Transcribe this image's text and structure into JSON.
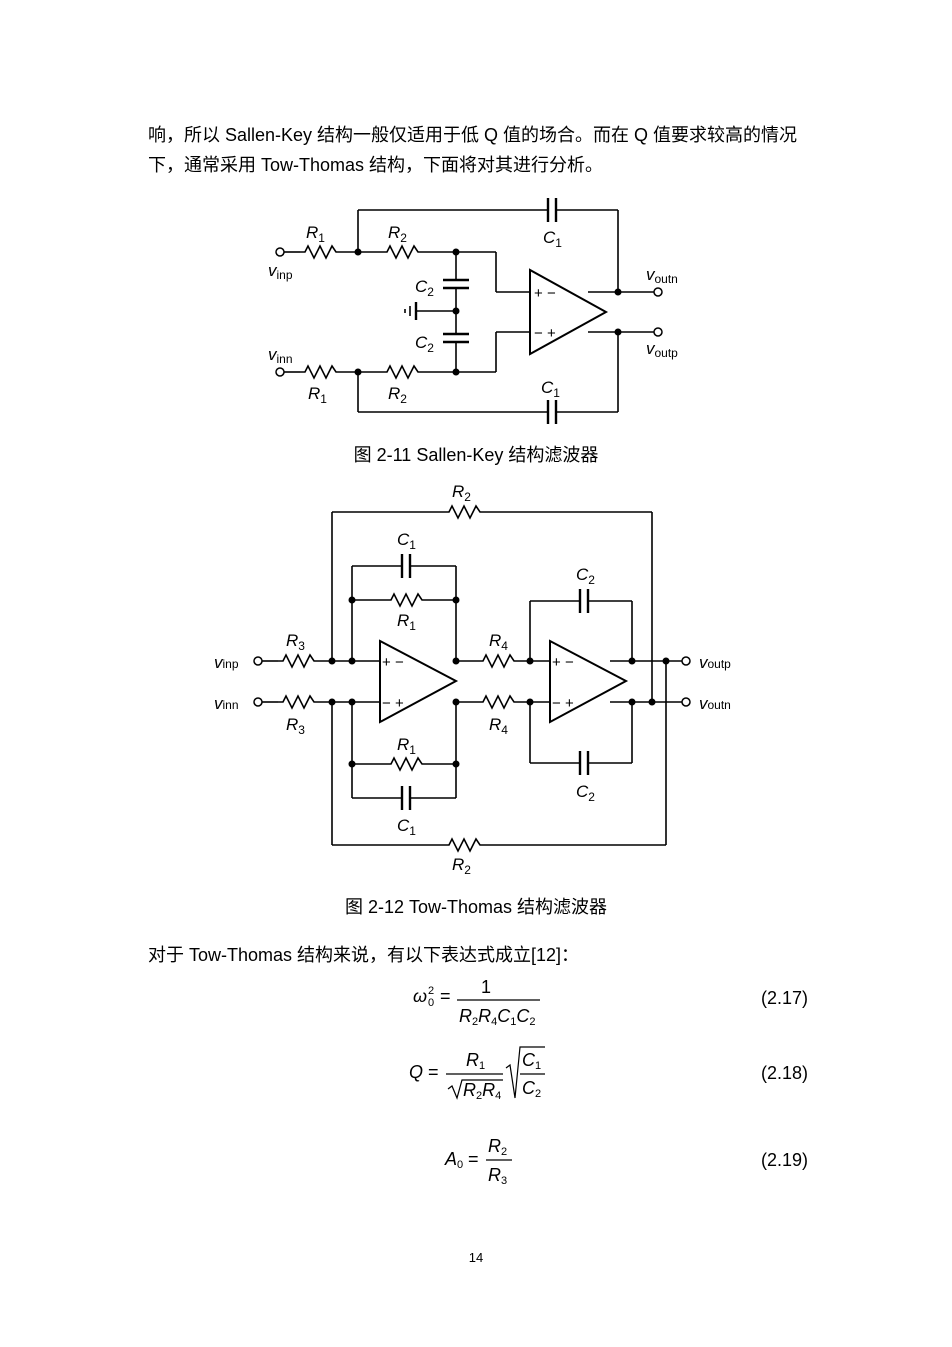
{
  "text": {
    "para1": "响，所以 Sallen-Key 结构一般仅适用于低 Q 值的场合。而在 Q 值要求较高的情况下，通常采用 Tow-Thomas 结构，下面将对其进行分析。",
    "caption1": "图 2-11 Sallen-Key 结构滤波器",
    "caption2": "图 2-12 Tow-Thomas 结构滤波器",
    "para2": "对于 Tow-Thomas 结构来说，有以下表达式成立[12]：",
    "page_number": "14"
  },
  "labels": {
    "R": "R",
    "C": "C",
    "v": "v",
    "s1": "1",
    "s2": "2",
    "s3": "3",
    "s4": "4",
    "inp": "inp",
    "inn": "inn",
    "outn": "outn",
    "outp": "outp",
    "plus": "+",
    "minus": "−"
  },
  "equations": {
    "eq1": {
      "lhs": "ω",
      "lhs_sub": "0",
      "lhs_sup": "2",
      "eq": "=",
      "num": "1",
      "den": [
        "R",
        "2",
        "R",
        "4",
        "C",
        "1",
        "C",
        "2"
      ],
      "number": "(2.17)"
    },
    "eq2": {
      "lhs": "Q",
      "eq": "=",
      "num": [
        "R",
        "1"
      ],
      "den": [
        "R",
        "2",
        "R",
        "4"
      ],
      "frac_num": [
        "C",
        "1"
      ],
      "frac_den": [
        "C",
        "2"
      ],
      "number": "(2.18)"
    },
    "eq3": {
      "lhs": "A",
      "lhs_sub": "0",
      "eq": "=",
      "num": [
        "R",
        "2"
      ],
      "den": [
        "R",
        "3"
      ],
      "number": "(2.19)"
    }
  }
}
